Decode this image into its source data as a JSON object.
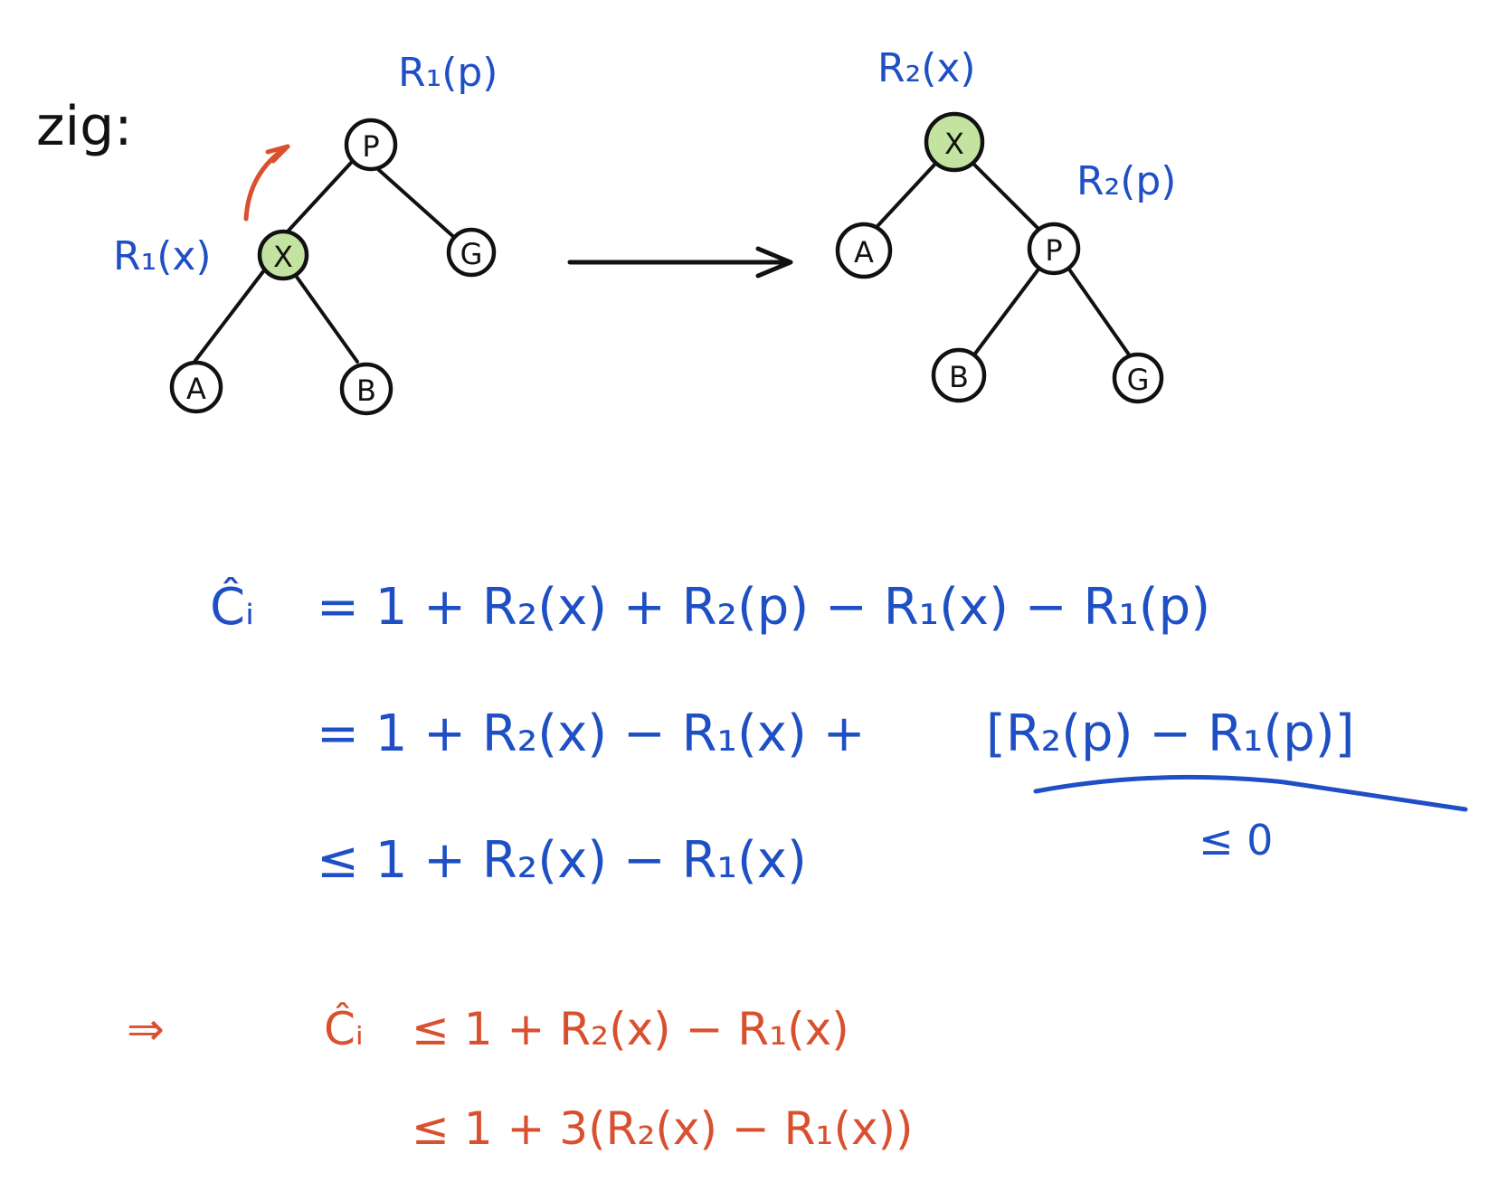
{
  "title": "zig:",
  "colors": {
    "annotation": "#1f4fc4",
    "conclusion": "#d9502f",
    "highlight_node": "#c4e3a0",
    "ink": "#111111"
  },
  "before_tree": {
    "nodes": {
      "p": "P",
      "x": "X",
      "a": "A",
      "b": "B",
      "g": "G"
    },
    "labels": {
      "rank_p": "R₁(p)",
      "rank_x": "R₁(x)"
    }
  },
  "after_tree": {
    "nodes": {
      "x": "X",
      "a": "A",
      "p": "P",
      "b": "B",
      "g": "G"
    },
    "labels": {
      "rank_x": "R₂(x)",
      "rank_p": "R₂(p)"
    }
  },
  "equations": {
    "line1": {
      "lhs": "Ĉᵢ",
      "rhs": "= 1 + R₂(x) + R₂(p) − R₁(x) − R₁(p)"
    },
    "line2": {
      "prefix": "= 1 + R₂(x) − R₁(x) + ",
      "bracket": "[R₂(p) − R₁(p)]",
      "brace_note": "≤ 0"
    },
    "line3": "≤ 1 + R₂(x) − R₁(x)"
  },
  "conclusion": {
    "implies": "⇒",
    "line1_lhs": "Ĉᵢ",
    "line1_rhs": "≤ 1 + R₂(x) − R₁(x)",
    "line2": "≤ 1 + 3(R₂(x) − R₁(x))"
  }
}
